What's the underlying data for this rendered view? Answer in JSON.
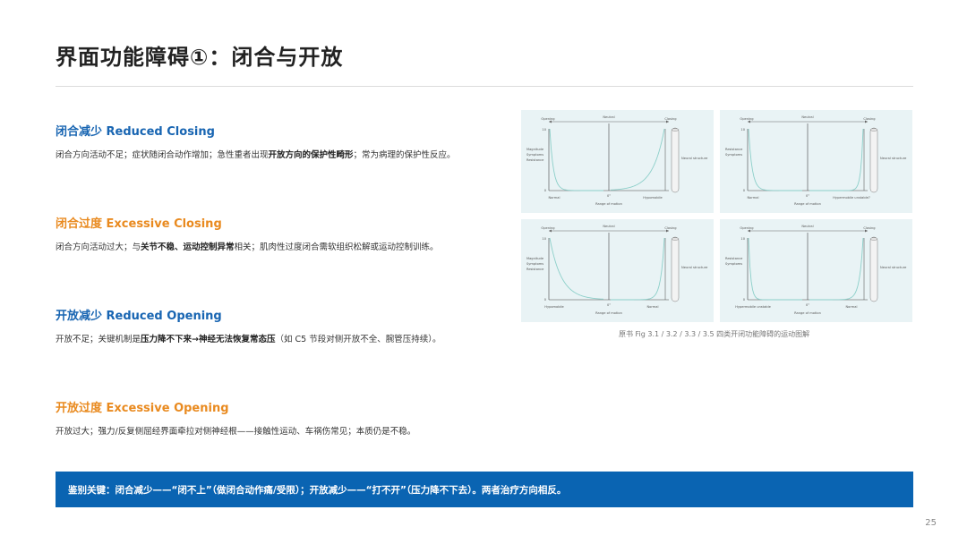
{
  "title": "界面功能障碍①：闭合与开放",
  "sections": [
    {
      "heading": "闭合减少 Reduced Closing",
      "text_a": "闭合方向活动不足；症状随闭合动作增加；急性重者出现",
      "bold": "开放方向的保护性畸形",
      "text_b": "；常为病理的保护性反应。"
    },
    {
      "heading": "闭合过度 Excessive Closing",
      "text_a": "闭合方向活动过大；与",
      "bold": "关节不稳、运动控制异常",
      "text_b": "相关；肌肉性过度闭合需软组织松解或运动控制训练。"
    },
    {
      "heading": "开放减少 Reduced Opening",
      "text_a": "开放不足；关键机制是",
      "bold": "压力降不下来→神经无法恢复常态压",
      "text_b": "（如 C5 节段对侧开放不全、腕管压持续）。"
    },
    {
      "heading": "开放过度 Excessive Opening",
      "text_a": "开放过大；强力/反复侧屈经界面牵拉对侧神经根——接触性运动、车祸伤常见；本质仍是不稳。",
      "bold": "",
      "text_b": ""
    }
  ],
  "figure": {
    "panels": [
      {
        "top_left": "Opening",
        "top_center": "Neutral",
        "top_right": "Closing",
        "y_max": "10",
        "y_min": "0",
        "y_label": [
          "Magnitude",
          "Symptoms",
          "Resistance"
        ],
        "x_left": "Normal",
        "x_center": "0°",
        "x_right": "Hypomobile",
        "x_axis": "Range of motion",
        "structure": "Neural structure",
        "curve_left": "steep",
        "curve_right": "wide"
      },
      {
        "top_left": "Opening",
        "top_center": "Neutral",
        "top_right": "Closing",
        "y_max": "10",
        "y_min": "0",
        "y_label": [
          "Resistance",
          "Symptoms"
        ],
        "x_left": "Normal",
        "x_center": "0°",
        "x_right": "Hypermobile unstable?",
        "x_axis": "Range of motion",
        "structure": "Neural structure",
        "curve_left": "steep",
        "curve_right": "narrow"
      },
      {
        "top_left": "Opening",
        "top_center": "Neutral",
        "top_right": "Closing",
        "y_max": "10",
        "y_min": "0",
        "y_label": [
          "Magnitude",
          "Symptoms",
          "Resistance"
        ],
        "x_left": "Hypomobile",
        "x_center": "0°",
        "x_right": "Normal",
        "x_axis": "Range of motion",
        "structure": "Neural structure",
        "curve_left": "wide",
        "curve_right": "steep"
      },
      {
        "top_left": "Opening",
        "top_center": "Neutral",
        "top_right": "Closing",
        "y_max": "10",
        "y_min": "0",
        "y_label": [
          "Resistance",
          "Symptoms"
        ],
        "x_left": "Hypermobile unstable",
        "x_center": "0°",
        "x_right": "Normal",
        "x_axis": "Range of motion",
        "structure": "Neural structure",
        "curve_left": "narrow",
        "curve_right": "steep"
      }
    ],
    "caption": "原书 Fig 3.1 / 3.2 / 3.3 / 3.5 四类开闭功能障碍的运动图解"
  },
  "banner": "鉴别关键：闭合减少——“闭不上”（做闭合动作痛/受限）；开放减少——“打不开”（压力降不下去）。两者治疗方向相反。",
  "page_number": "25",
  "colors": {
    "heading_blue": "#1865b2",
    "heading_orange": "#e98a1f",
    "banner_bg": "#0a64b2",
    "panel_bg": "#e9f3f5",
    "curve": "#8ccfc9"
  }
}
